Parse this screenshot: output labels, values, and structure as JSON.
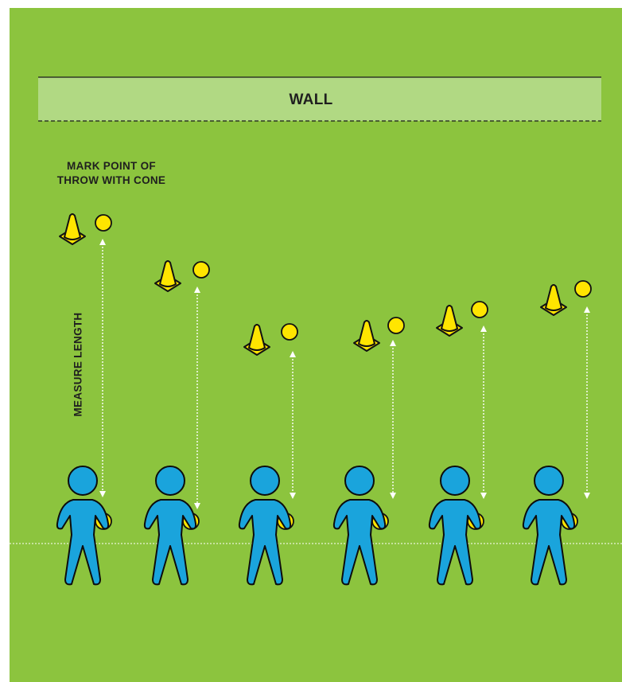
{
  "wall": {
    "label": "WALL"
  },
  "annotations": {
    "mark_point": [
      "MARK POINT OF",
      "THROW WITH CONE"
    ],
    "measure_length": "MEASURE LENGTH"
  },
  "colors": {
    "field": "#8cc43e",
    "wall_band": "#b1d983",
    "figure": "#1aa4dc",
    "figure_outline": "#0d0d0d",
    "ball": "#ffe500",
    "cone": "#ffe500",
    "measure_line": "#ffffff"
  },
  "icons": [
    "cone-icon",
    "ball-icon",
    "person-icon"
  ],
  "throwers": [
    {
      "id": 1
    },
    {
      "id": 2
    },
    {
      "id": 3
    },
    {
      "id": 4
    },
    {
      "id": 5
    },
    {
      "id": 6
    }
  ]
}
